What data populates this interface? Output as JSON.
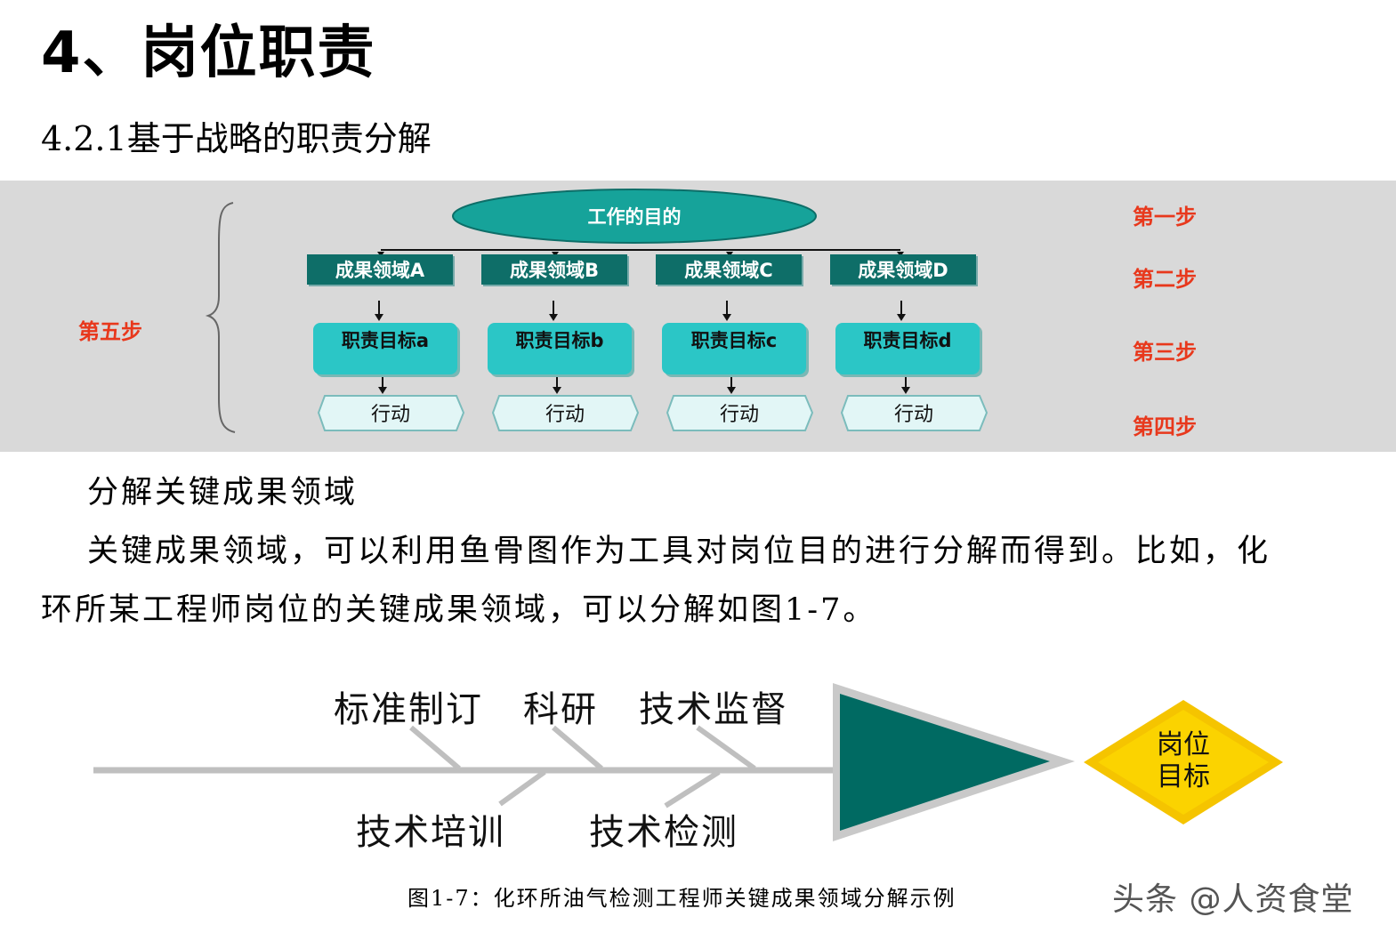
{
  "heading": {
    "title": "4、岗位职责",
    "subtitle": "4.2.1基于战略的职责分解"
  },
  "diagram": {
    "root": "工作的目的",
    "steps": {
      "step1": "第一步",
      "step2": "第二步",
      "step3": "第三步",
      "step4": "第四步",
      "step5": "第五步"
    },
    "kras": [
      "成果领域A",
      "成果领域B",
      "成果领域C",
      "成果领域D"
    ],
    "goals": [
      "职责目标a",
      "职责目标b",
      "职责目标c",
      "职责目标d"
    ],
    "actions": [
      "行动",
      "行动",
      "行动",
      "行动"
    ],
    "colors": {
      "panel": "#d9d9d9",
      "kra": "#0e6e68",
      "goal": "#2bc6c6",
      "step_text": "#e8381c"
    }
  },
  "body": {
    "heading": "分解关键成果领域",
    "paragraph_line1": "关键成果领域，可以利用鱼骨图作为工具对岗位目的进行分解而得到。比如，化",
    "paragraph_line2": "环所某工程师岗位的关键成果领域，可以分解如图1-7。"
  },
  "fishbone": {
    "top_labels": [
      "标准制订",
      "科研",
      "技术监督"
    ],
    "bottom_labels": [
      "技术培训",
      "技术检测"
    ],
    "target_line1": "岗位",
    "target_line2": "目标",
    "colors": {
      "arrow": "#006a62",
      "diamond": "#f5c400",
      "spine": "#bfbfbf"
    }
  },
  "caption": "图1-7：化环所油气检测工程师关键成果领域分解示例",
  "watermark": "头条 @人资食堂"
}
